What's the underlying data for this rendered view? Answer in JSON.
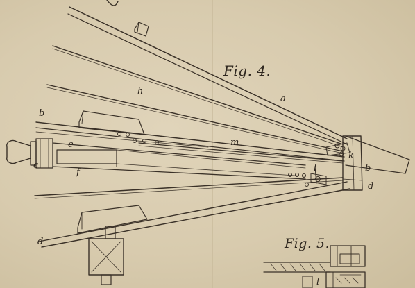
{
  "plate": {
    "figures": [
      {
        "id": "fig4",
        "title": "Fig. 4."
      },
      {
        "id": "fig5",
        "title": "Fig. 5."
      }
    ],
    "letters": {
      "a": "a",
      "h": "h",
      "m": "m",
      "b_left": "b",
      "b_right": "b",
      "k": "k",
      "e": "e",
      "c": "c",
      "f": "f",
      "l": "l",
      "d_right": "d",
      "d_bottom": "d",
      "l_fig5": "l"
    }
  },
  "colors": {
    "paper": "#d9ccb0",
    "ink": "#3a3128"
  }
}
